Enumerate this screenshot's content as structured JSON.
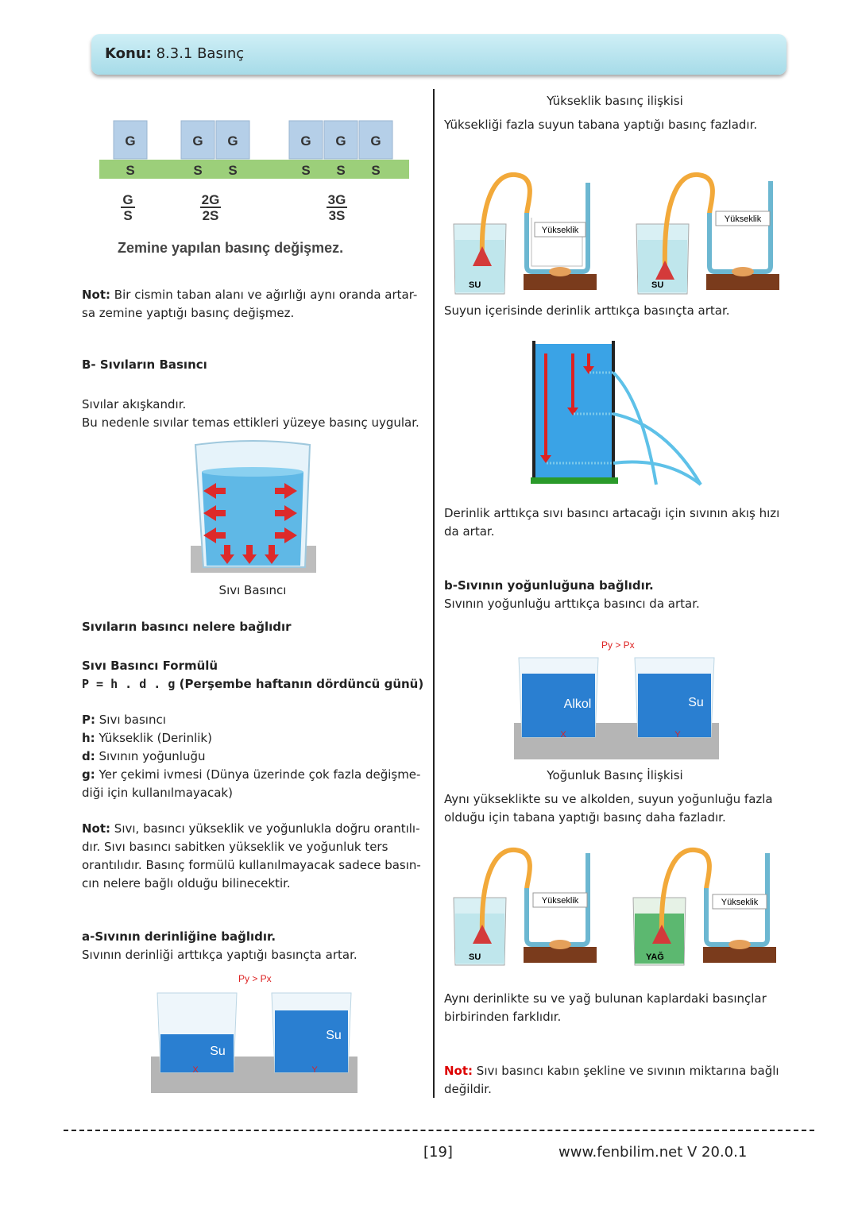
{
  "header": {
    "label": "Konu:",
    "title": "8.3.1 Basınç"
  },
  "fig1": {
    "blocks": [
      "G",
      "G",
      "G",
      "G",
      "G",
      "G"
    ],
    "bases": [
      "S",
      "S",
      "S",
      "S",
      "S",
      "S"
    ],
    "fractions": [
      {
        "num": "G",
        "den": "S"
      },
      {
        "num": "2G",
        "den": "2S"
      },
      {
        "num": "3G",
        "den": "3S"
      }
    ],
    "caption": "Zemine yapılan basınç değişmez."
  },
  "left": {
    "note1_label": "Not:",
    "note1_text": " Bir cismin taban alanı ve ağırlığı aynı oranda artar-",
    "note1_text2": "sa zemine yaptığı basınç değişmez.",
    "section_b": "B- Sıvıların Basıncı",
    "p1": "Sıvılar akışkandır.",
    "p2": "Bu nedenle sıvılar temas ettikleri yüzeye basınç uygular.",
    "beaker_caption": "Sıvı Basıncı",
    "depends": "Sıvıların basıncı nelere bağlıdır",
    "formula_title": "Sıvı Basıncı Formülü",
    "formula_main": "P = h . d . g",
    "formula_hint": " (Perşembe haftanın dördüncü günü)",
    "defs": [
      {
        "k": "P:",
        "v": " Sıvı basıncı"
      },
      {
        "k": "h:",
        "v": " Yükseklik (Derinlik)"
      },
      {
        "k": "d:",
        "v": " Sıvının yoğunluğu"
      },
      {
        "k": "g:",
        "v": " Yer çekimi ivmesi (Dünya üzerinde çok fazla değişme-"
      }
    ],
    "def_g2": "diği için kullanılmayacak)",
    "note2_label": "Not:",
    "note2_lines": [
      "  Sıvı, basıncı yükseklik ve yoğunlukla doğru orantılı-",
      "dır. Sıvı basıncı sabitken yükseklik ve yoğunluk ters",
      "orantılıdır. Basınç formülü kullanılmayacak sadece basın-",
      "cın nelere bağlı olduğu bilinecektir."
    ],
    "a_title": "a-Sıvının derinliğine bağlıdır.",
    "a_text": "Sıvının derinliği arttıkça yaptığı basınçta artar.",
    "fig_a": {
      "rel": "Py > Px",
      "left_label": "Su",
      "right_label": "Su",
      "x": "X",
      "y": "Y"
    }
  },
  "right": {
    "caption_height": "Yükseklik basınç ilişkisi",
    "p_height": "Yüksekliği fazla suyun tabana yaptığı basınç fazladır.",
    "fig_h": {
      "label": "Yükseklik",
      "su": "SU"
    },
    "p_depth": "Suyun içerisinde derinlik arttıkça basınçta artar.",
    "p_flow1": "Derinlik arttıkça sıvı basıncı artacağı için sıvının akış hızı",
    "p_flow2": "da artar.",
    "b_title": "b-Sıvının yoğunluğuna bağlıdır.",
    "b_text": "Sıvının yoğunluğu arttıkça basıncı da artar.",
    "fig_b": {
      "rel": "Py > Px",
      "left_label": "Alkol",
      "right_label": "Su",
      "x": "X",
      "y": "Y"
    },
    "caption_density": "Yoğunluk Basınç İlişkisi",
    "p_dens1": "Aynı yükseklikte su ve alkolden, suyun yoğunluğu fazla",
    "p_dens2": "olduğu için tabana yaptığı basınç daha fazladır.",
    "fig_d": {
      "label": "Yükseklik",
      "su": "SU",
      "yag": "YAĞ"
    },
    "p_same1": "Aynı derinlikte su ve yağ bulunan kaplardaki basınçlar",
    "p_same2": "birbirinden farklıdır.",
    "note3_label": "Not:",
    "note3_text": " Sıvı basıncı kabın şekline ve sıvının miktarına bağlı",
    "note3_text2": "değildir."
  },
  "footer": {
    "page": "[19]",
    "site": "www.fenbilim.net  V 20.0.1"
  },
  "colors": {
    "accent_red": "#dd1111",
    "water": "#4fb3df",
    "header": "#b7e3ee"
  }
}
